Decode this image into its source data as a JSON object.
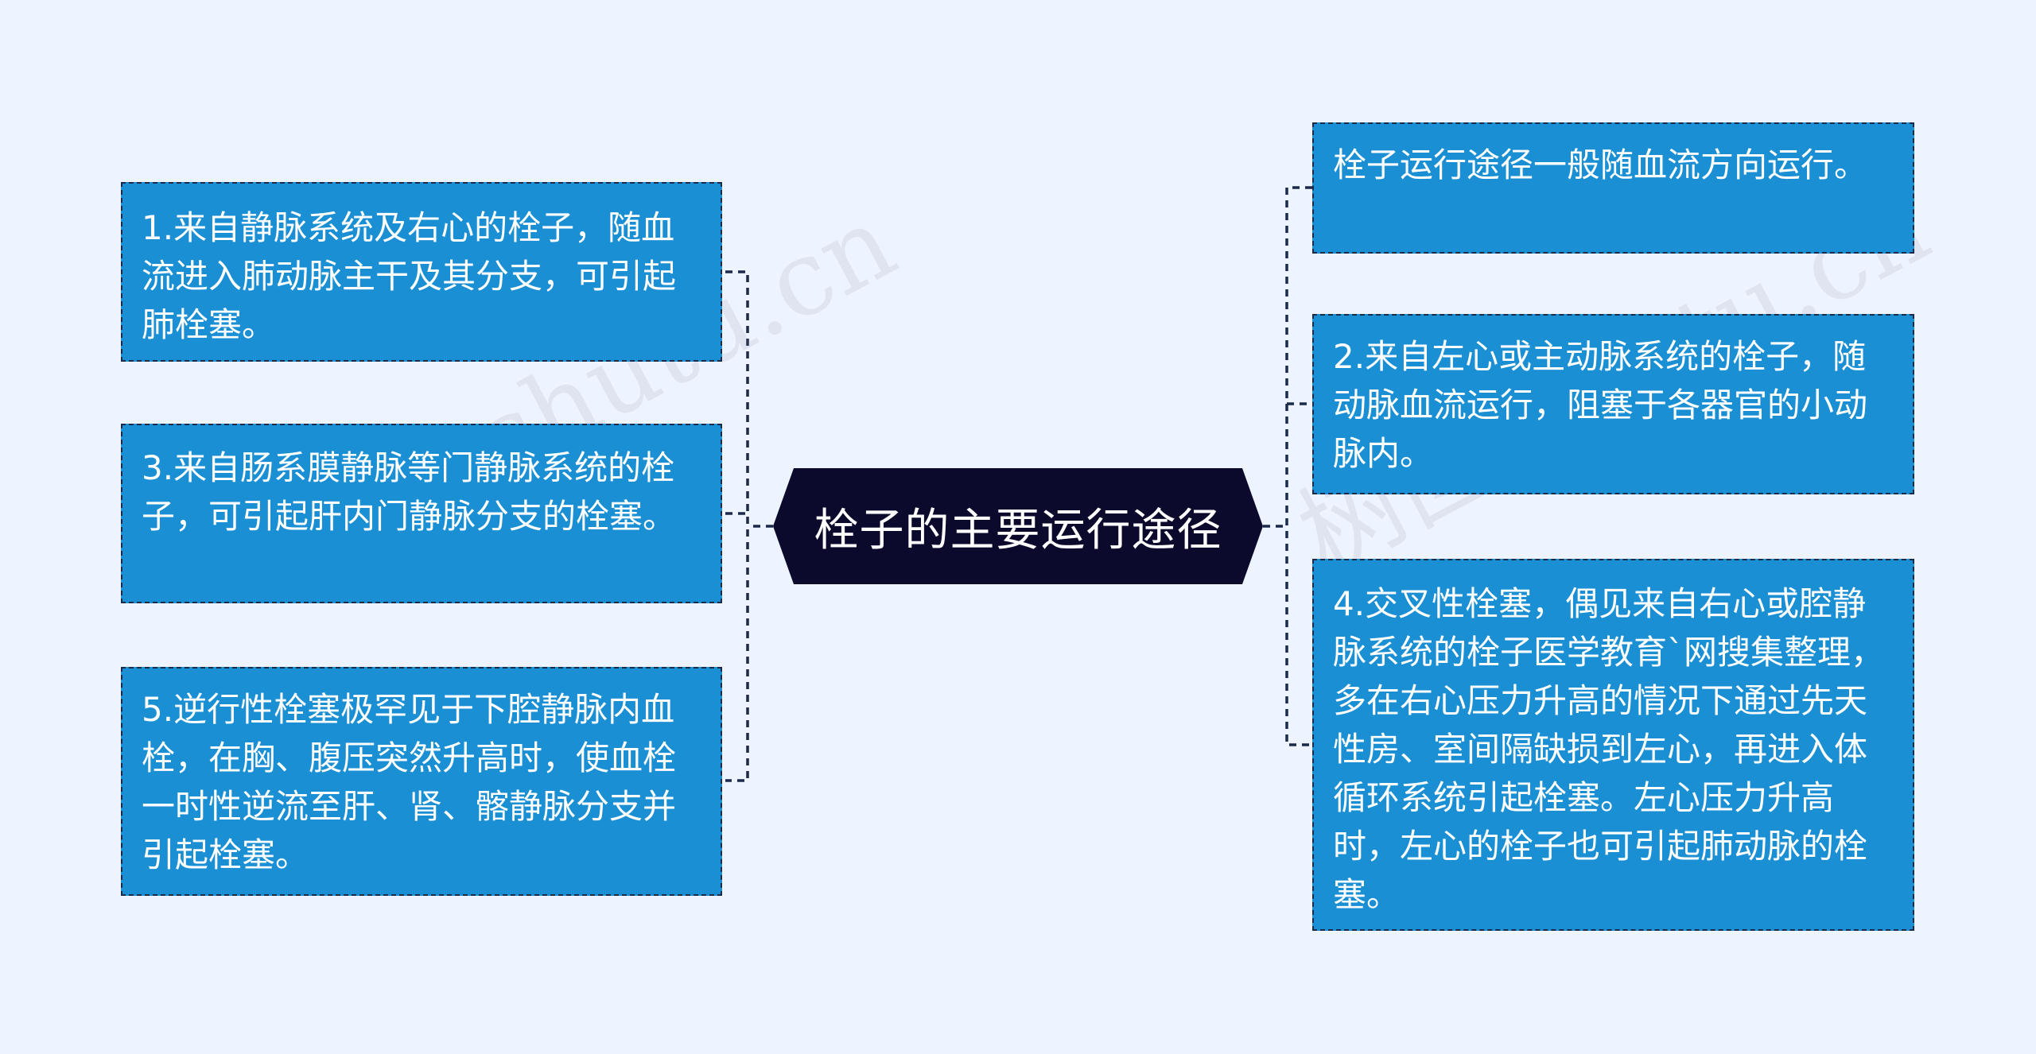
{
  "central": {
    "label": "栓子的主要运行途径"
  },
  "left_nodes": [
    {
      "text": "1.来自静脉系统及右心的栓子，随血流进入肺动脉主干及其分支，可引起肺栓塞。"
    },
    {
      "text": "3.来自肠系膜静脉等门静脉系统的栓子，可引起肝内门静脉分支的栓塞。"
    },
    {
      "text": "5.逆行性栓塞极罕见于下腔静脉内血栓，在胸、腹压突然升高时，使血栓一时性逆流至肝、肾、髂静脉分支并引起栓塞。"
    }
  ],
  "right_nodes": [
    {
      "text": "栓子运行途径一般随血流方向运行。"
    },
    {
      "text": "2.来自左心或主动脉系统的栓子，随动脉血流运行，阻塞于各器官的小动脉内。"
    },
    {
      "text": "4.交叉性栓塞，偶见来自右心或腔静脉系统的栓子医学教育`网搜集整理，多在右心压力升高的情况下通过先天性房、室间隔缺损到左心，再进入体循环系统引起栓塞。左心压力升高时，左心的栓子也可引起肺动脉的栓塞。"
    }
  ],
  "watermarks": [
    "树图 shutu.cn",
    "树图 shutu.cn"
  ],
  "colors": {
    "background": "#eef4ff",
    "central_fill": "#0c0a2c",
    "node_fill": "#1a8fd4",
    "node_border": "#1c2a4a",
    "text": "#ffffff"
  }
}
